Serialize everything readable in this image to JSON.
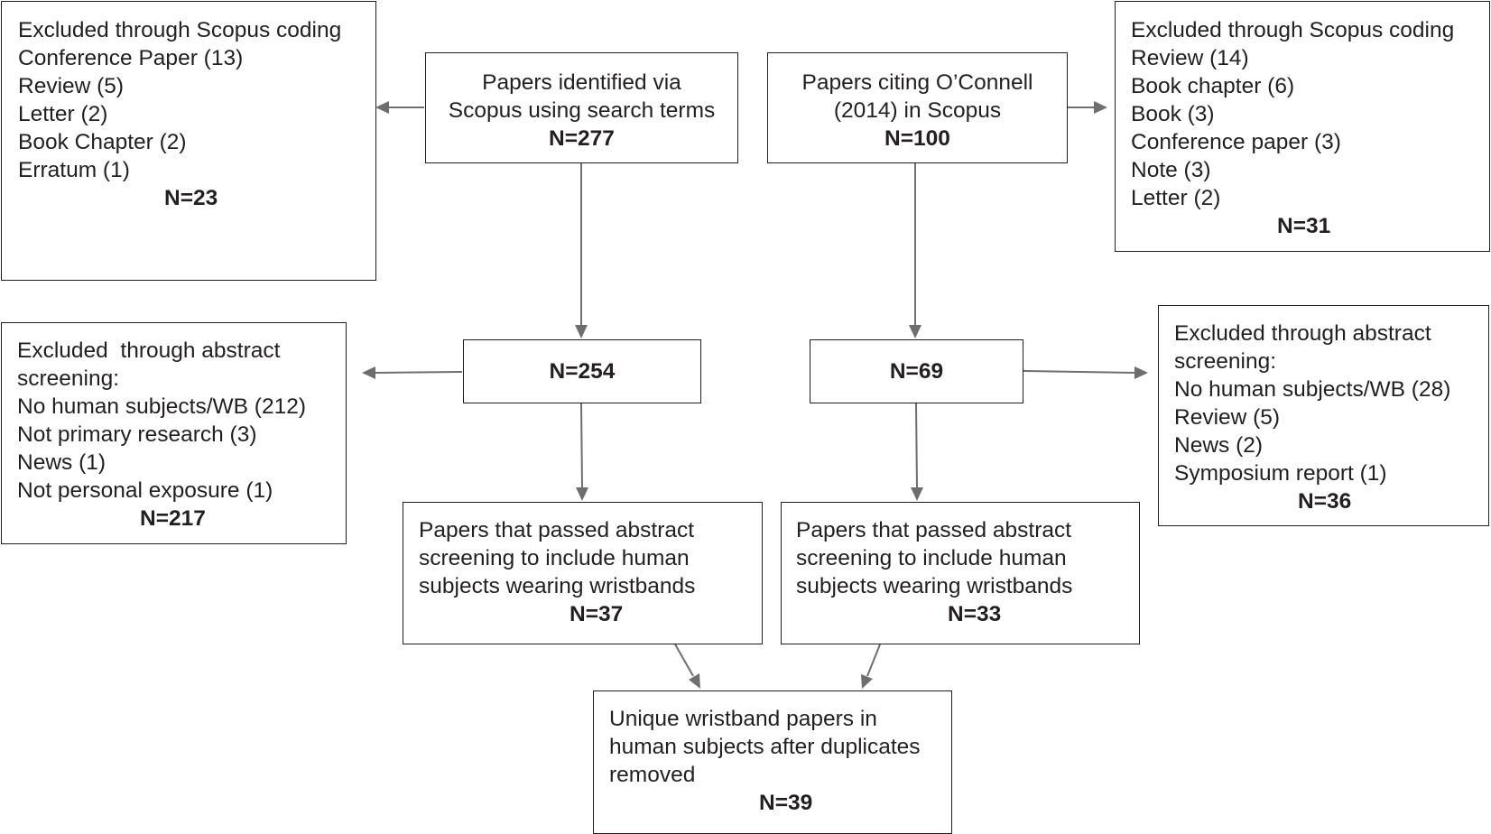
{
  "boxes": {
    "excluded_scopus_left": {
      "lines": [
        "Excluded through Scopus coding",
        "Conference Paper (13)",
        "Review (5)",
        "Letter (2)",
        "Book Chapter (2)",
        "Erratum (1)"
      ],
      "total": "N=23"
    },
    "identified_search": {
      "lines": [
        "Papers identified via",
        "Scopus using search terms"
      ],
      "total": "N=277"
    },
    "citing_oconnell": {
      "lines": [
        "Papers citing O’Connell",
        "(2014) in Scopus"
      ],
      "total": "N=100"
    },
    "excluded_scopus_right": {
      "lines": [
        "Excluded through Scopus coding",
        "Review (14)",
        "Book chapter (6)",
        "Book (3)",
        "Conference paper (3)",
        "Note (3)",
        "Letter (2)"
      ],
      "total": "N=31"
    },
    "excluded_abstract_left": {
      "lines": [
        "Excluded  through abstract",
        "screening:",
        "No human subjects/WB (212)",
        "Not primary research (3)",
        "News (1)",
        "Not personal exposure (1)"
      ],
      "total": "N=217"
    },
    "after_scopus_left": {
      "total": "N=254"
    },
    "after_scopus_right": {
      "total": "N=69"
    },
    "excluded_abstract_right": {
      "lines": [
        "Excluded through abstract",
        "screening:",
        "No human subjects/WB (28)",
        "Review (5)",
        "News (2)",
        "Symposium report (1)"
      ],
      "total": "N=36"
    },
    "passed_abstract_left": {
      "lines": [
        "Papers that passed abstract",
        "screening to include human",
        "subjects wearing wristbands"
      ],
      "total": "N=37"
    },
    "passed_abstract_right": {
      "lines": [
        "Papers that passed abstract",
        "screening to include human",
        "subjects wearing wristbands"
      ],
      "total": "N=33"
    },
    "unique_papers": {
      "lines": [
        "Unique wristband papers in",
        "human subjects after duplicates",
        "removed"
      ],
      "total": "N=39"
    }
  },
  "colors": {
    "border": "#231f20",
    "arrow": "#6d6e70",
    "text": "#231f20"
  }
}
